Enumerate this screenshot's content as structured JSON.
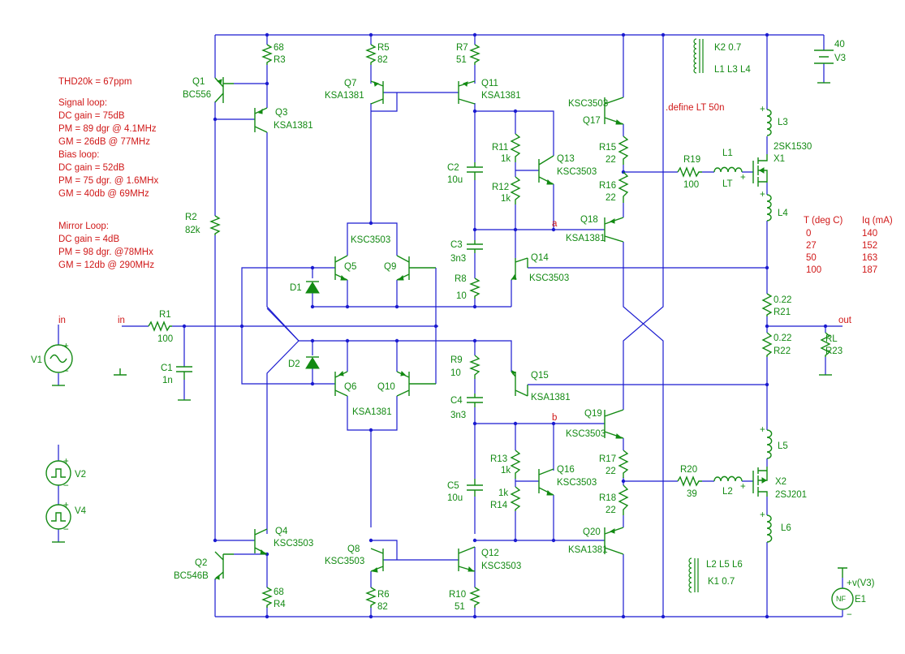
{
  "notes": {
    "thd": "THD20k = 67ppm",
    "signal_title": "Signal loop:",
    "signal_dc": "DC gain = 75dB",
    "signal_pm": "PM = 89 dgr @ 4.1MHz",
    "signal_gm": "GM = 26dB @ 77MHz",
    "bias_title": "Bias loop:",
    "bias_dc": "DC gain = 52dB",
    "bias_pm": "PM = 75 dgr. @ 1.6MHx",
    "bias_gm": "GM = 40db @ 69MHz",
    "mirror_title": "Mirror Loop:",
    "mirror_dc": "DC gain = 4dB",
    "mirror_pm": "PM = 98 dgr. @78MHx",
    "mirror_gm": "GM = 12db @ 290MHz",
    "define_lt": ".define LT 50n"
  },
  "bias_table": {
    "col1": "T (deg C)",
    "col2": "Iq (mA)",
    "rows": [
      [
        "0",
        "140"
      ],
      [
        "27",
        "152"
      ],
      [
        "50",
        "163"
      ],
      [
        "100",
        "187"
      ]
    ]
  },
  "nets": {
    "in": "in",
    "out": "out",
    "a": "a",
    "b": "b"
  },
  "labels": {
    "R3": "R3",
    "R3v": "68",
    "R4": "R4",
    "R4v": "68",
    "R5": "R5",
    "R5v": "82",
    "R6": "R6",
    "R6v": "82",
    "R7": "R7",
    "R7v": "51",
    "R10": "R10",
    "R10v": "51",
    "R2": "R2",
    "R2v": "82k",
    "R1": "R1",
    "R1v": "100",
    "C1": "C1",
    "C1v": "1n",
    "R11": "R11",
    "R11v": "1k",
    "R12": "R12",
    "R12v": "1k",
    "R13": "R13",
    "R13v": "1k",
    "R14": "R14",
    "R14v": "1k",
    "C2": "C2",
    "C2v": "10u",
    "C5": "C5",
    "C5v": "10u",
    "C3": "C3",
    "C3v": "3n3",
    "C4": "C4",
    "C4v": "3n3",
    "R8": "R8",
    "R8v": "10",
    "R9": "R9",
    "R9v": "10",
    "R15": "R15",
    "R15v": "22",
    "R16": "R16",
    "R16v": "22",
    "R17": "R17",
    "R17v": "22",
    "R18": "R18",
    "R18v": "22",
    "R19": "R19",
    "R19v": "100",
    "R20": "R20",
    "R20v": "39",
    "R21": "R21",
    "R21v": "0.22",
    "R22": "R22",
    "R22v": "0.22",
    "RL": "RL",
    "R23": "R23",
    "L1": "L1",
    "LT": "LT",
    "L2": "L2",
    "L3": "L3",
    "L4": "L4",
    "L5": "L5",
    "L6": "L6",
    "K2": "K2  0.7",
    "K2l": "L1 L3 L4",
    "K1": "K1  0.7",
    "K1l": "L2 L5 L6",
    "V3": "V3",
    "V3v": "40",
    "V1": "V1",
    "V2": "V2",
    "V4": "V4",
    "E1": "E1",
    "E1v": "v(V3)",
    "NF": "NF",
    "Q1": "Q1",
    "Q1t": "BC556",
    "Q2": "Q2",
    "Q2t": "BC546B",
    "Q3": "Q3",
    "Q3t": "KSA1381",
    "Q4": "Q4",
    "Q4t": "KSC3503",
    "Q5": "Q5",
    "Q5t": "KSC3503",
    "Q6": "Q6",
    "Q6t": "KSA1381",
    "Q9": "Q9",
    "Q10": "Q10",
    "Q7": "Q7",
    "Q7t": "KSA1381",
    "Q8": "Q8",
    "Q8t": "KSC3503",
    "Q11": "Q11",
    "Q11t": "KSA1381",
    "Q12": "Q12",
    "Q12t": "KSC3503",
    "Q13": "Q13",
    "Q13t": "KSC3503",
    "Q16": "Q16",
    "Q16t": "KSC3503",
    "Q14": "Q14",
    "Q14t": "KSC3503",
    "Q15": "Q15",
    "Q15t": "KSA1381",
    "Q17": "Q17",
    "Q17t": "KSC3503",
    "Q18": "Q18",
    "Q18t": "KSA1381",
    "Q19": "Q19",
    "Q19t": "KSC3503",
    "Q20": "Q20",
    "Q20t": "KSA1381",
    "D1": "D1",
    "D2": "D2",
    "X1": "X1",
    "X1t": "2SK1530",
    "X2": "X2",
    "X2t": "2SJ201"
  }
}
